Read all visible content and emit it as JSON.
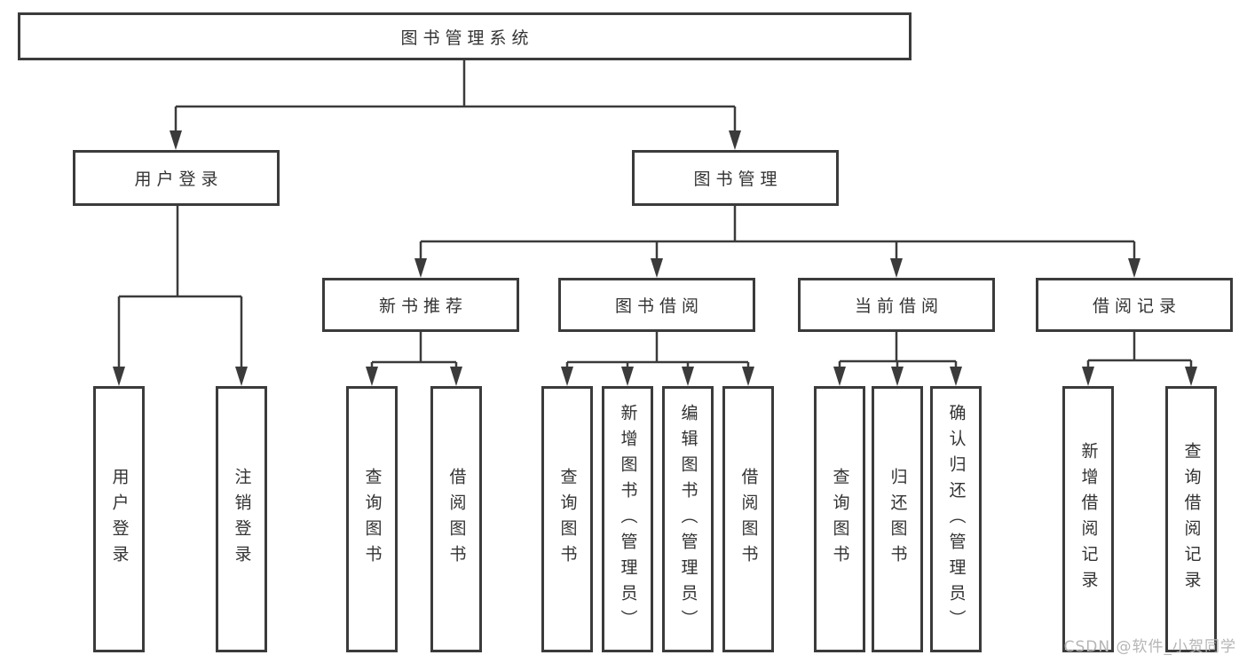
{
  "diagram_title": "图书管理系统",
  "nodes": {
    "root": {
      "label": "图书管理系统"
    },
    "user_login": {
      "label": "用户登录",
      "children": [
        "用户登录",
        "注销登录"
      ]
    },
    "book_mgmt": {
      "label": "图书管理"
    },
    "new_book_rec": {
      "label": "新书推荐",
      "children": [
        "查询图书",
        "借阅图书"
      ]
    },
    "book_borrow": {
      "label": "图书借阅",
      "children": [
        "查询图书",
        "新增图书（管理员）",
        "编辑图书（管理员）",
        "借阅图书"
      ]
    },
    "current_borrow": {
      "label": "当前借阅",
      "children": [
        "查询图书",
        "归还图书",
        "确认归还（管理员）"
      ]
    },
    "borrow_records": {
      "label": "借阅记录",
      "children": [
        "新增借阅记录",
        "查询借阅记录"
      ]
    }
  },
  "watermark": "CSDN @软件_小贺同学",
  "colors": {
    "line": "#3b3b3b",
    "text": "#333333",
    "background": "#ffffff",
    "watermark": "#b5b5b5"
  }
}
